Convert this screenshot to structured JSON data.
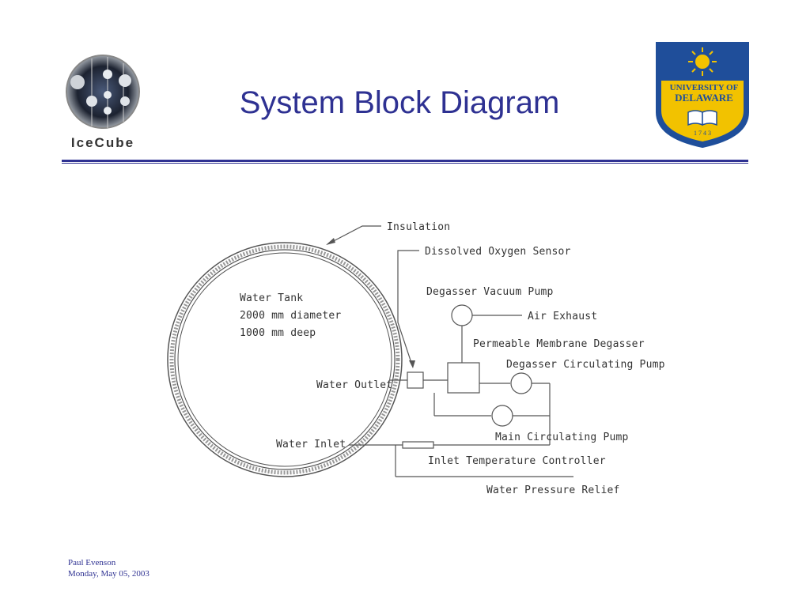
{
  "slide": {
    "title": "System Block Diagram",
    "left_logo": {
      "text": "IceCube",
      "icon": "icecube-logo"
    },
    "right_logo": {
      "line1": "UNIVERSITY OF",
      "line2": "DELAWARE",
      "year": "1 7 4 3",
      "icon": "university-of-delaware-seal"
    },
    "footer": {
      "author": "Paul Evenson",
      "date": "Monday, May 05, 2003"
    },
    "colors": {
      "title": "#2e3192",
      "rule": "#2e3192",
      "seal_blue": "#1f4e9a",
      "seal_gold": "#f2c200"
    }
  },
  "diagram": {
    "labels": {
      "insulation": "Insulation",
      "do_sensor": "Dissolved Oxygen Sensor",
      "tank_l1": "Water Tank",
      "tank_l2": "2000 mm diameter",
      "tank_l3": "1000 mm deep",
      "vacuum_pump": "Degasser Vacuum Pump",
      "air_exhaust": "Air Exhaust",
      "membrane": "Permeable Membrane Degasser",
      "circ_pump": "Degasser Circulating Pump",
      "water_outlet": "Water Outlet",
      "main_pump": "Main Circulating Pump",
      "water_inlet": "Water Inlet",
      "inlet_temp": "Inlet Temperature Controller",
      "pressure_relief": "Water Pressure Relief"
    }
  }
}
